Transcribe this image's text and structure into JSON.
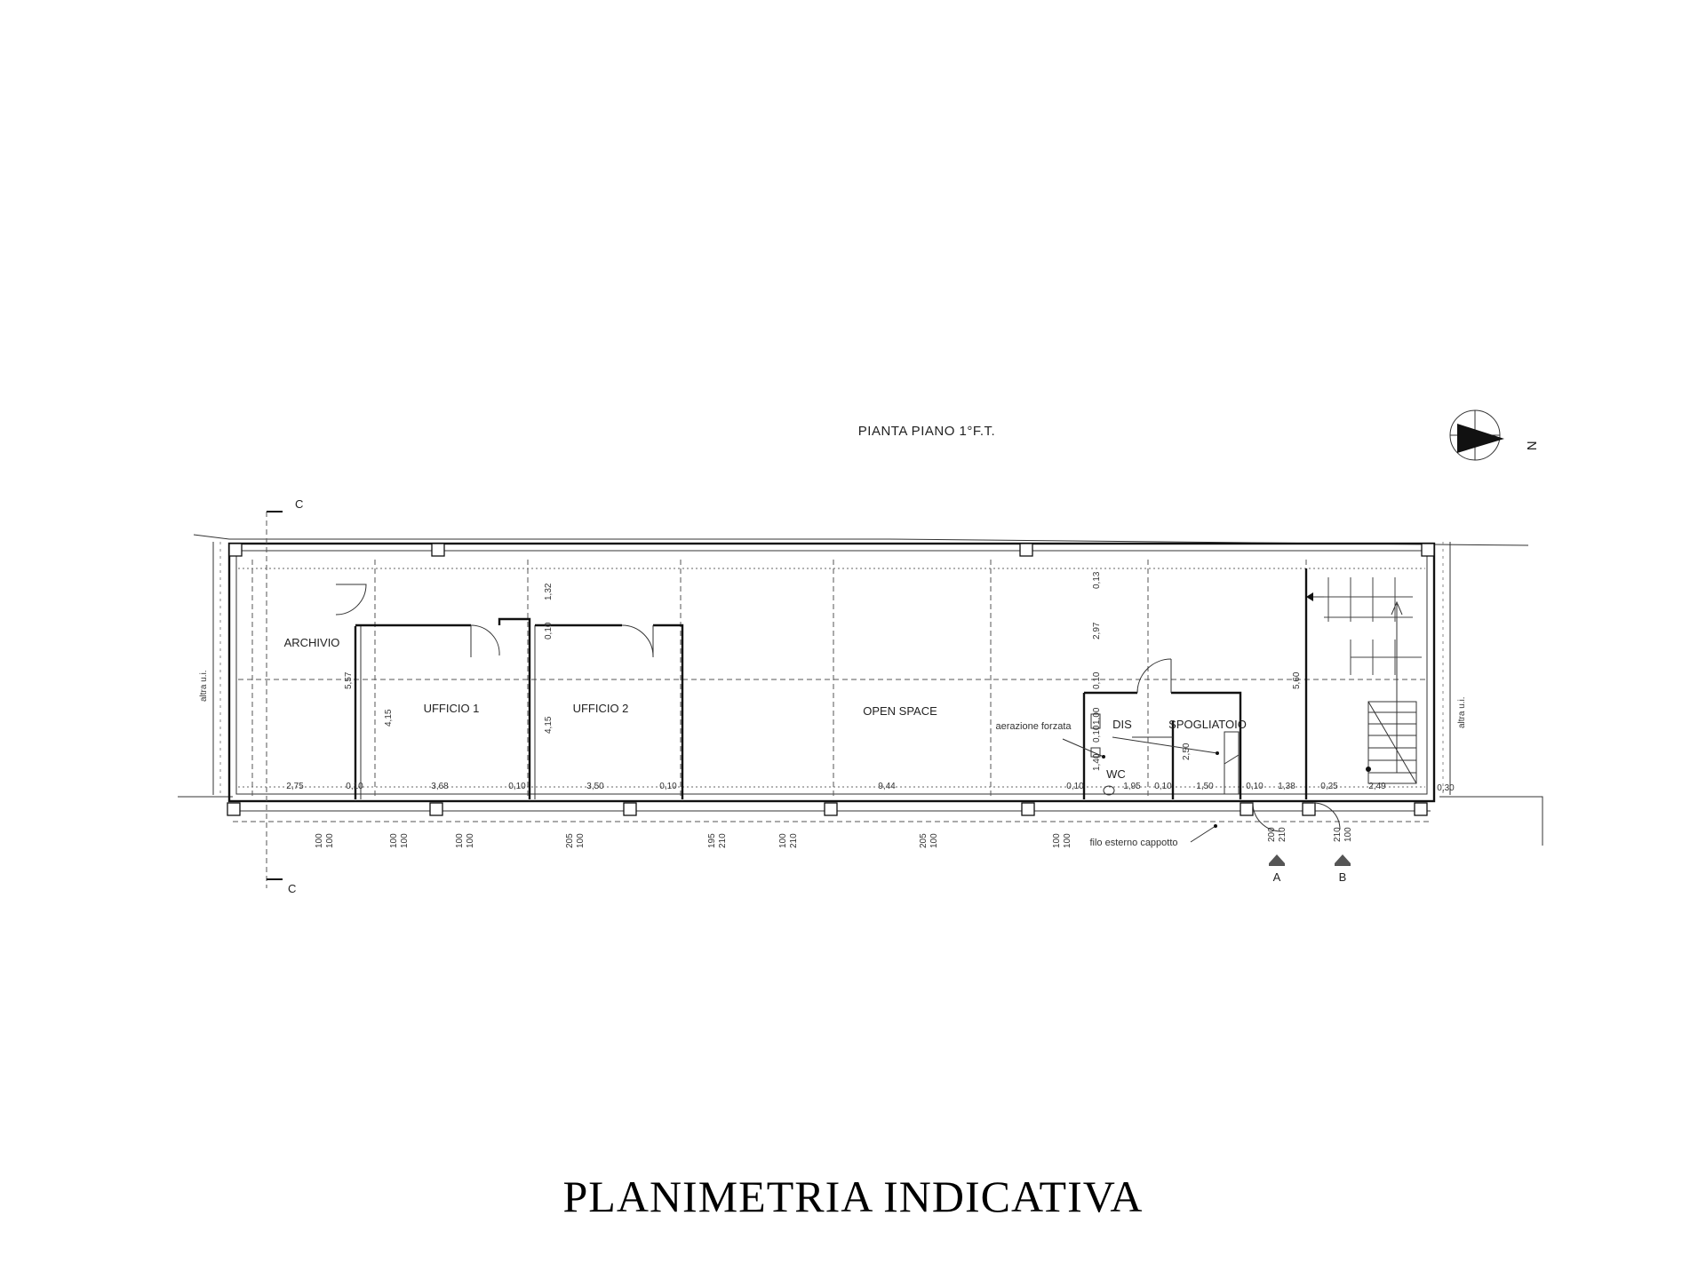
{
  "plan_title": "PIANTA PIANO 1°F.T.",
  "document_title": "PLANIMETRIA INDICATIVA",
  "north_label": "N",
  "section_marks": {
    "c_top": "C",
    "c_bottom": "C",
    "a": "A",
    "b": "B"
  },
  "rooms": {
    "archivio": "ARCHIVIO",
    "ufficio1": "UFFICIO 1",
    "ufficio2": "UFFICIO 2",
    "open_space": "OPEN SPACE",
    "dis": "DIS",
    "spogliatoio": "SPOGLIATOIO",
    "wc": "WC"
  },
  "notes": {
    "aerazione": "aerazione forzata",
    "filo": "filo esterno cappotto",
    "altra_left": "altra u.i.",
    "altra_right": "altra u.i."
  },
  "dims_bottom": [
    "2,75",
    "0,10",
    "3,68",
    "0,10",
    "3,50",
    "0,10",
    "9,44",
    "0,10",
    "1,95",
    "0,10",
    "1,50",
    "0,10",
    "1,38",
    "0,25",
    "2,49",
    "0,30"
  ],
  "dims_vertical": [
    "5,57",
    "4,15",
    "1,32",
    "0,10",
    "4,15",
    "0,13",
    "2,97",
    "0,10",
    "1,00",
    "0,10",
    "1,40",
    "2,50",
    "5,60"
  ],
  "window_labels": [
    [
      "100",
      "100"
    ],
    [
      "100",
      "100"
    ],
    [
      "100",
      "100"
    ],
    [
      "205",
      "100"
    ],
    [
      "195",
      "210"
    ],
    [
      "100",
      "210"
    ],
    [
      "205",
      "100"
    ],
    [
      "100",
      "100"
    ],
    [
      "200",
      "210"
    ],
    [
      "210",
      "100"
    ]
  ]
}
